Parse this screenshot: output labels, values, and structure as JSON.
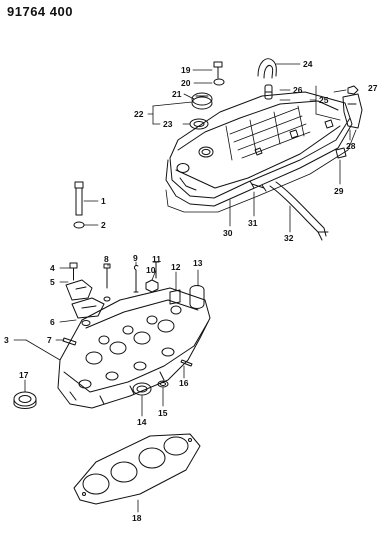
{
  "diagram_code": "91764 400",
  "callouts": {
    "n1": "1",
    "n2": "2",
    "n3": "3",
    "n4": "4",
    "n5": "5",
    "n6": "6",
    "n7": "7",
    "n8": "8",
    "n9": "9",
    "n10": "10",
    "n11": "11",
    "n12": "12",
    "n13": "13",
    "n14": "14",
    "n15": "15",
    "n16": "16",
    "n17": "17",
    "n18": "18",
    "n19": "19",
    "n20": "20",
    "n21": "21",
    "n22": "22",
    "n23": "23",
    "n24": "24",
    "n25": "25",
    "n26": "26",
    "n27": "27",
    "n28": "28",
    "n29": "29",
    "n30": "30",
    "n31": "31",
    "n32": "32"
  }
}
